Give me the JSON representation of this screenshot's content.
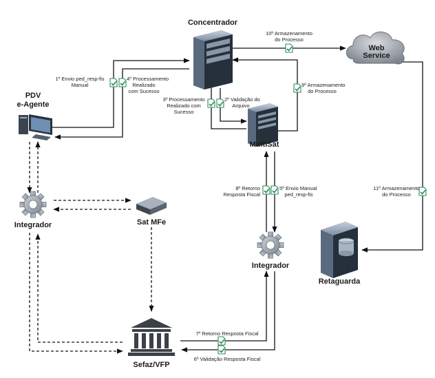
{
  "nodes": {
    "concentrador": {
      "label": "Concentrador"
    },
    "pdv": {
      "line1": "PDV",
      "line2": "e-Agente"
    },
    "multisat": {
      "label": "MultiSat"
    },
    "webservice": {
      "line1": "Web",
      "line2": "Service"
    },
    "integrador_left": {
      "label": "Integrador"
    },
    "sat_mfe": {
      "label": "Sat MFe"
    },
    "integrador_center": {
      "label": "Integrador"
    },
    "retaguarda": {
      "label": "Retaguarda"
    },
    "sefaz": {
      "label": "Sefaz/VFP"
    }
  },
  "steps": {
    "s1": {
      "l1": "1º Envio ped_resp-fis",
      "l2": "Manual"
    },
    "s2": {
      "l1": "2º Validação do",
      "l2": "Arquivo"
    },
    "s3": {
      "l1": "3º Processamento",
      "l2": "Realizado com",
      "l3": "Sucesso"
    },
    "s4": {
      "l1": "4º Processamento",
      "l2": "Realizado",
      "l3": "com Sucesso"
    },
    "s5": {
      "l1": "5º Envio Manual",
      "l2": "ped_resp-fis"
    },
    "s6": {
      "l1": "6º Validação Resposta Fiscal"
    },
    "s7": {
      "l1": "7º Retorno Resposta Fiscal"
    },
    "s8": {
      "l1": "8º Retorno",
      "l2": "Resposta Fiscal"
    },
    "s9": {
      "l1": "9º Armazenamento",
      "l2": "do Processo"
    },
    "s10": {
      "l1": "10º Armazenamento",
      "l2": "do Processo"
    },
    "s11": {
      "l1": "11º Armazenamento",
      "l2": "do Processo"
    }
  },
  "icons": {
    "server": "server-tower-icon",
    "computer": "desktop-computer-icon",
    "gear": "gear-icon",
    "cloud": "cloud-icon",
    "device": "sat-device-icon",
    "database": "database-server-icon",
    "building": "government-building-icon",
    "doc": "document-check-icon"
  },
  "colors": {
    "doc_icon": "#2e8b57",
    "server": "#3a4656",
    "server_light": "#8a9bb0",
    "gear": "#9aa3ad",
    "cloud": "#8a8f96",
    "building": "#3c4148"
  }
}
